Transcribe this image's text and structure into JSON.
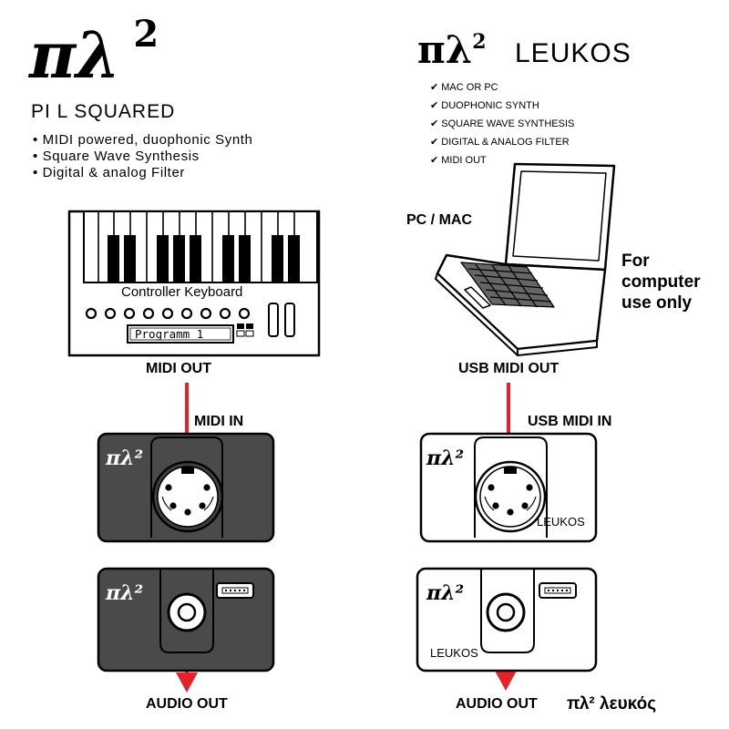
{
  "left": {
    "logo_main": "πλ",
    "logo_sup": "2",
    "subtitle": "PI L SQUARED",
    "features": [
      "• MIDI powered, duophonic Synth",
      "• Square Wave Synthesis",
      "• Digital & analog Filter"
    ],
    "keyboard_label": "Controller Keyboard",
    "program_display": "Programm 1",
    "midi_out": "MIDI OUT",
    "midi_in": "MIDI IN",
    "device_logo": "πλ²",
    "audio_out": "AUDIO OUT"
  },
  "right": {
    "logo_main": "πλ",
    "logo_sup": "2",
    "logo_word": "LEUKOS",
    "features": [
      "✔ MAC OR PC",
      "✔ DUOPHONIC SYNTH",
      "✔ SQUARE WAVE SYNTHESIS",
      "✔ DIGITAL & ANALOG FILTER",
      "✔ MIDI OUT"
    ],
    "computer_label": "PC / MAC",
    "computer_note": [
      "For",
      "computer",
      "use only"
    ],
    "usb_midi_out": "USB MIDI OUT",
    "usb_midi_in": "USB MIDI IN",
    "device_logo": "πλ²",
    "device_word": "LEUKOS",
    "audio_out": "AUDIO OUT"
  },
  "footer_caption": "πλ² λευκός",
  "colors": {
    "arrow": "#e8202a",
    "dark_device": "#4a4a4a",
    "light_device": "#ffffff",
    "ink": "#000000"
  },
  "icons": [
    "laptop-icon",
    "midi-din-port-icon",
    "audio-jack-icon",
    "usb-port-icon",
    "arrow-down-icon"
  ]
}
